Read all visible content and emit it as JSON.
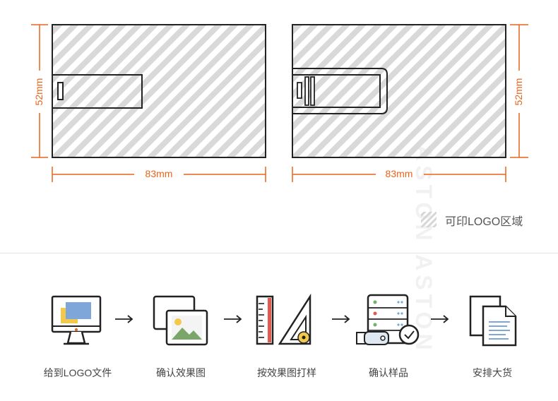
{
  "card_front": {
    "width_label": "83mm",
    "height_label": "52mm"
  },
  "card_back": {
    "width_label": "83mm",
    "height_label": "52mm"
  },
  "legend": {
    "text": "可印LOGO区域"
  },
  "watermark": {
    "text": "ASTON ASTON"
  },
  "colors": {
    "accent": "#e8641b",
    "stripe": "#d9d9d9",
    "outline": "#222222"
  },
  "steps": [
    {
      "label": "给到LOGO文件",
      "icon": "monitor-icon"
    },
    {
      "label": "确认效果图",
      "icon": "picture-icon"
    },
    {
      "label": "按效果图打样",
      "icon": "ruler-icon"
    },
    {
      "label": "确认样品",
      "icon": "usb-check-icon"
    },
    {
      "label": "安排大货",
      "icon": "documents-icon"
    }
  ]
}
